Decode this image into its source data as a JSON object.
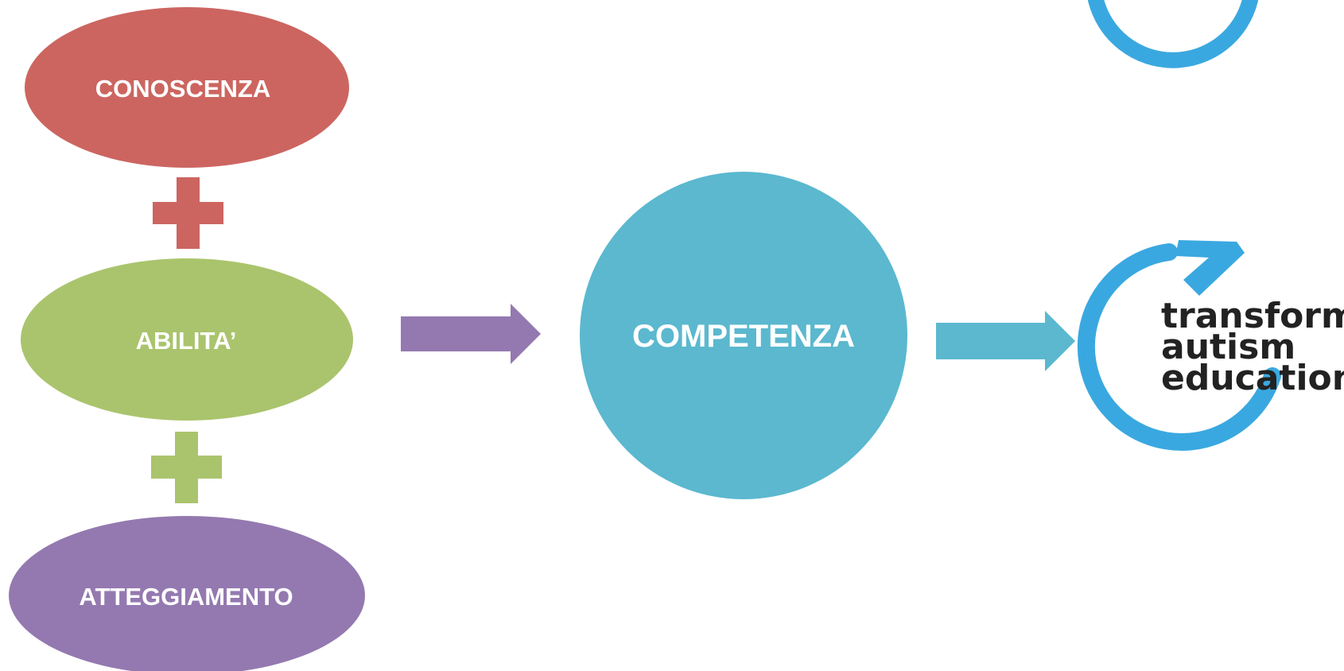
{
  "diagram": {
    "nodes": {
      "knowledge": {
        "label": "CONOSCENZA",
        "color": "#CC6560"
      },
      "skills": {
        "label": "ABILITA’",
        "color": "#AAC46D"
      },
      "attitude": {
        "label": "ATTEGGIAMENTO",
        "color": "#9479B0"
      },
      "competence": {
        "label": "COMPETENZA",
        "color": "#5BB8CF"
      }
    },
    "connectors": {
      "plus_top": {
        "symbol": "plus",
        "color": "#CC6560"
      },
      "plus_bottom": {
        "symbol": "plus",
        "color": "#AAC46D"
      },
      "arrow_to_competence": {
        "symbol": "arrow-right",
        "color": "#9479B0"
      },
      "arrow_to_logo": {
        "symbol": "arrow-right",
        "color": "#5BB8CF"
      }
    }
  },
  "logo": {
    "line1": "transform",
    "line2": "autism",
    "line3": "education",
    "ring_color": "#3AA8E0"
  }
}
